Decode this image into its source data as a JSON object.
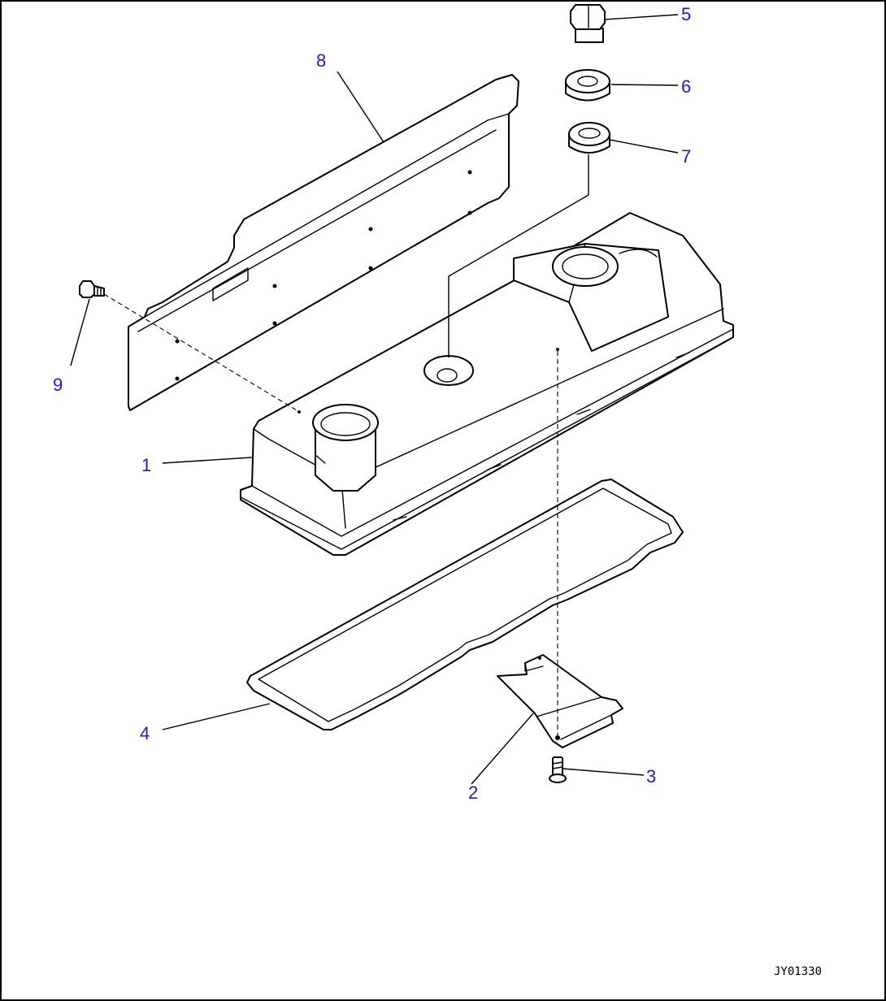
{
  "callouts": [
    {
      "id": "1",
      "label": "1"
    },
    {
      "id": "2",
      "label": "2"
    },
    {
      "id": "3",
      "label": "3"
    },
    {
      "id": "4",
      "label": "4"
    },
    {
      "id": "5",
      "label": "5"
    },
    {
      "id": "6",
      "label": "6"
    },
    {
      "id": "7",
      "label": "7"
    },
    {
      "id": "8",
      "label": "8"
    },
    {
      "id": "9",
      "label": "9"
    }
  ],
  "drawing_code": "JY01330",
  "colors": {
    "callout": "#1a1adc",
    "line": "#000000",
    "background": "#ffffff"
  }
}
